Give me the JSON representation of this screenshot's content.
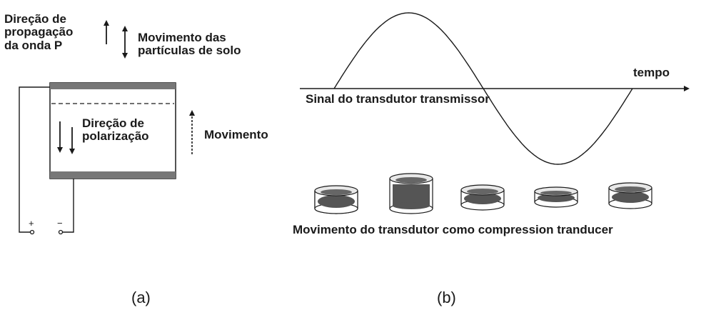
{
  "panel_a": {
    "propagation_label": [
      "Direção de",
      "propagação",
      "da onda P"
    ],
    "particle_motion_label": [
      "Movimento das",
      "partículas de solo"
    ],
    "polarization_label": [
      "Direção de",
      "polarização"
    ],
    "movement_label": "Movimento",
    "terminal_plus": "+",
    "terminal_minus": "−",
    "caption": "(a)"
  },
  "panel_b": {
    "time_label": "tempo",
    "signal_label": "Sinal do transdutor transmissor",
    "transducer_label": "Movimento do transdutor como compression tranducer",
    "caption": "(b)"
  },
  "colors": {
    "line": "#1a1a1a",
    "plate": "#777777",
    "cylinder_fill": "#555555"
  }
}
